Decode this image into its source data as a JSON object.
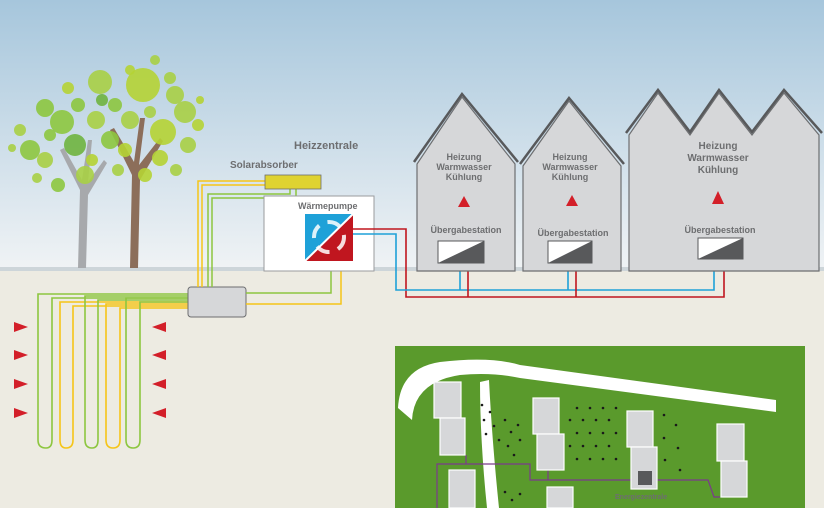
{
  "labels": {
    "heizzentrale": "Heizzentrale",
    "solarabsorber": "Solarabsorber",
    "waermepumpe": "Wärmepumpe",
    "energiezentrale": "Energiezentrale"
  },
  "buildings": [
    {
      "lines": [
        "Heizung",
        "Warmwasser",
        "Kühlung"
      ],
      "station": "Übergabestation"
    },
    {
      "lines": [
        "Heizung",
        "Warmwasser",
        "Kühlung"
      ],
      "station": "Übergabestation"
    },
    {
      "lines": [
        "Heizung",
        "Warmwasser",
        "Kühlung"
      ],
      "station": "Übergabestation"
    }
  ],
  "colors": {
    "sky_top": "#a9c8de",
    "sky_bottom": "#eef2f5",
    "ground": "#edebe2",
    "building": "#d6d7d9",
    "building_stroke": "#6d6e70",
    "pipe_red": "#c0161f",
    "pipe_blue": "#1ea1d8",
    "pipe_green": "#8dc63f",
    "pipe_yellow": "#f5c518",
    "solar": "#dfd331",
    "site_green": "#5a9a2c",
    "arrow_red": "#d31f29",
    "tree_green": "#97c23d"
  }
}
